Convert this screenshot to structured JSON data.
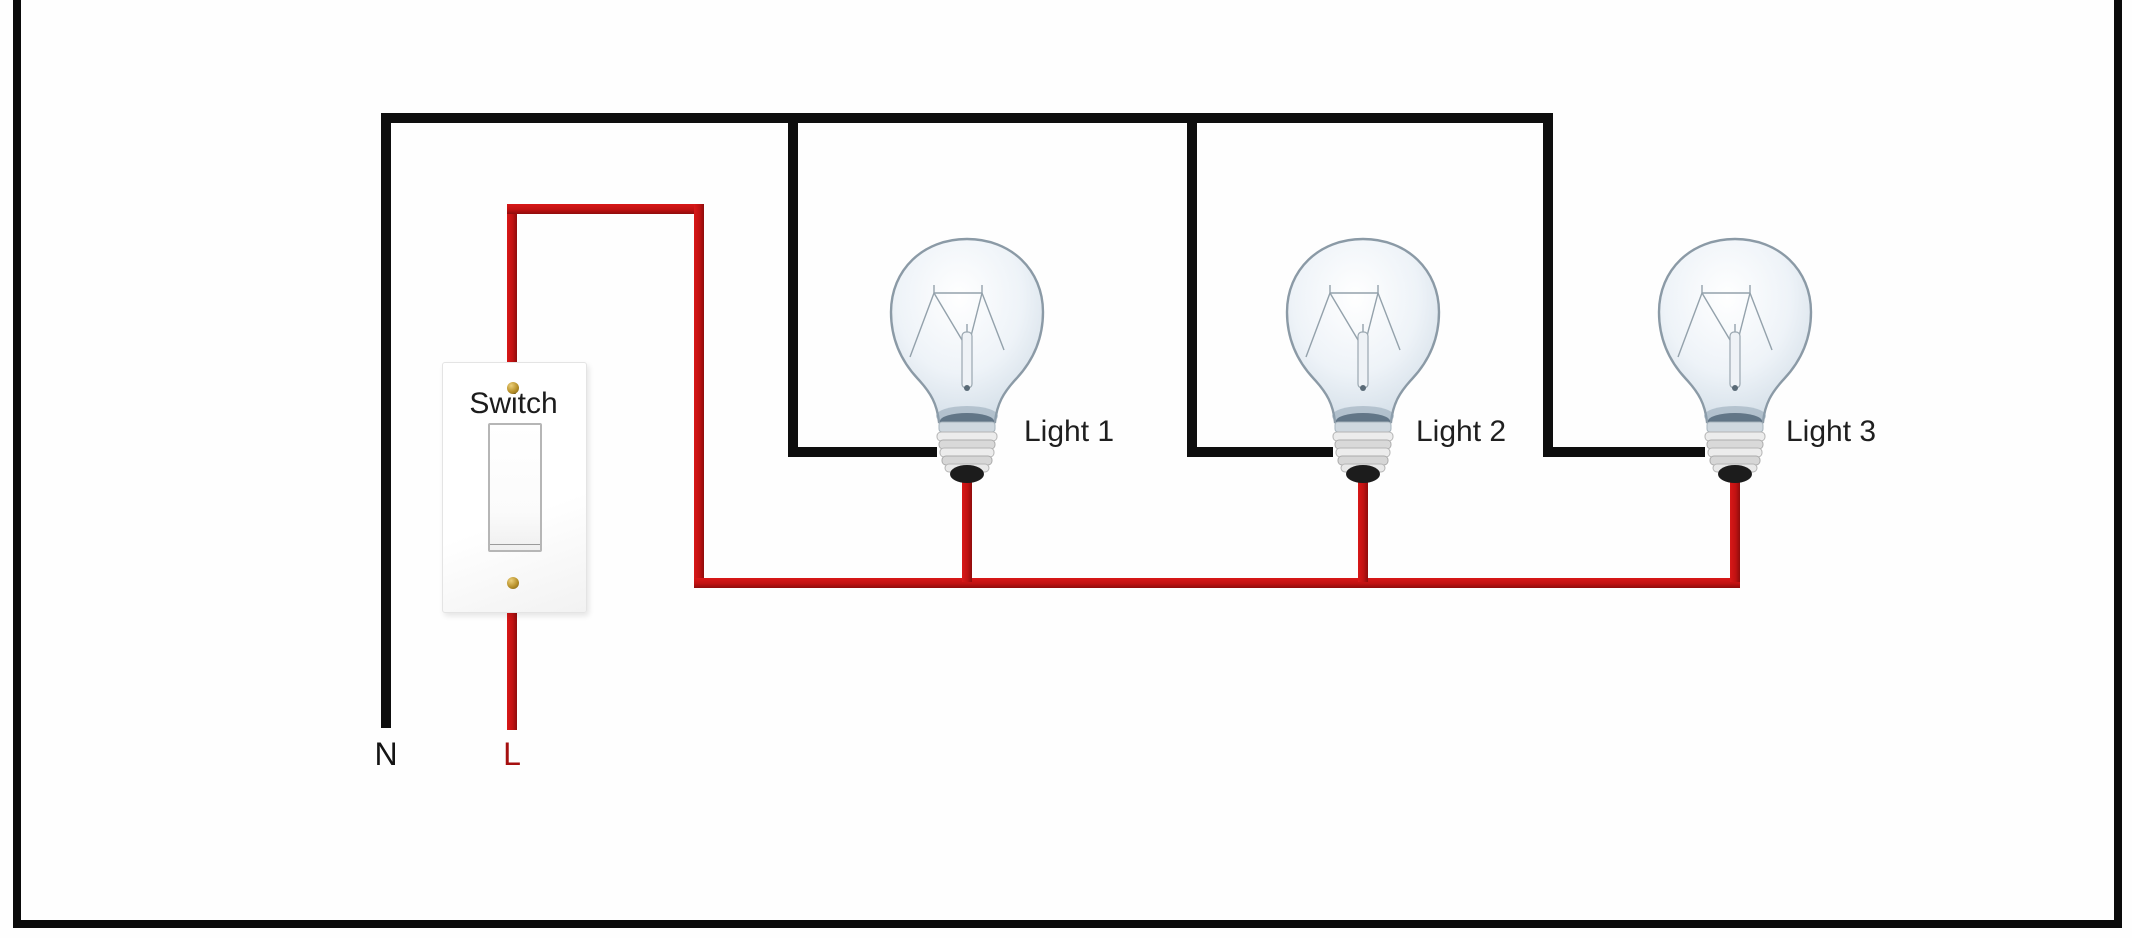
{
  "diagram": {
    "title_none": "",
    "switch": {
      "label": "Switch"
    },
    "lights": [
      {
        "label": "Light 1"
      },
      {
        "label": "Light 2"
      },
      {
        "label": "Light 3"
      }
    ],
    "terminals": {
      "neutral": "N",
      "live": "L"
    },
    "colors": {
      "neutral_wire": "#0e0e0e",
      "live_wire": "#c11212",
      "live_label": "#a50f0f",
      "text": "#1f1f1f",
      "frame": "#0b0b0b",
      "background": "#fefefe"
    }
  }
}
